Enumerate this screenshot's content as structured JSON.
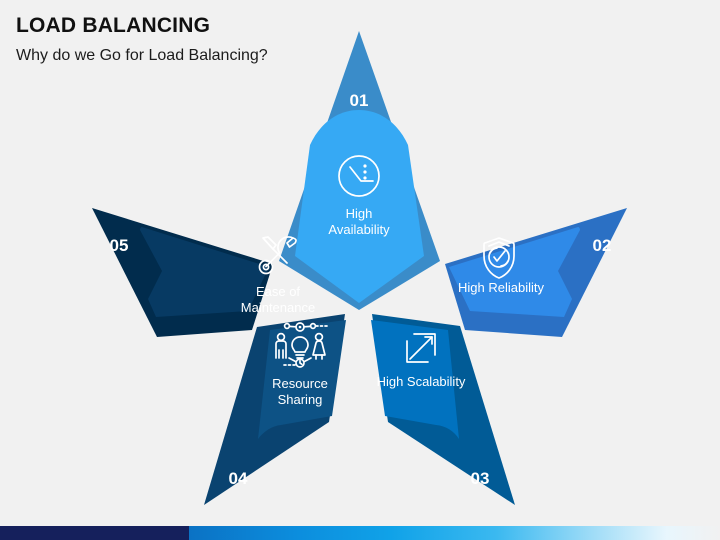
{
  "slide": {
    "title": "LOAD BALANCING",
    "subtitle": "Why do we Go for Load Balancing?",
    "background_color": "#f1f1f1"
  },
  "diagram": {
    "type": "five-point-star-infographic",
    "segments": [
      {
        "number": "01",
        "label_line1": "High",
        "label_line2": "Availability",
        "icon": "speed-clock-icon",
        "outer_color": "#3a8cc9",
        "inner_color": "#36a9f4"
      },
      {
        "number": "02",
        "label_line1": "High Reliability",
        "label_line2": "",
        "icon": "shield-check-refresh-icon",
        "outer_color": "#2b70c4",
        "inner_color": "#2f8ae8"
      },
      {
        "number": "03",
        "label_line1": "High Scalability",
        "label_line2": "",
        "icon": "expand-arrow-icon",
        "outer_color": "#015b96",
        "inner_color": "#0172bf"
      },
      {
        "number": "04",
        "label_line1": "Resource",
        "label_line2": "Sharing",
        "icon": "team-lightbulb-network-icon",
        "outer_color": "#0a4370",
        "inner_color": "#0d5285"
      },
      {
        "number": "05",
        "label_line1": "Ease of",
        "label_line2": "Maintenance",
        "icon": "screwdriver-wrench-icon",
        "outer_color": "#012c4d",
        "inner_color": "#073a63"
      }
    ]
  },
  "footer": {
    "navy_color": "#15205c",
    "gradient_start": "#0b72c4",
    "gradient_end": "#e8f6fd"
  }
}
